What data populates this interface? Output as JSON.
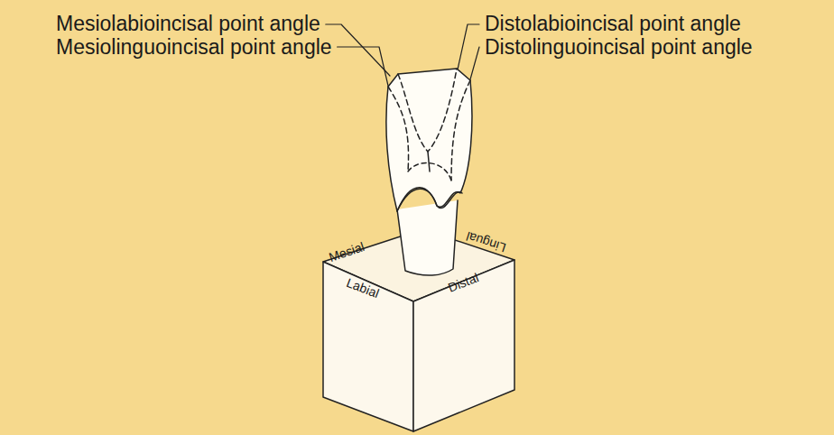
{
  "diagram": {
    "labels": [
      "Mesiolabioincisal point angle",
      "Mesiolinguoincisal point angle",
      "Distolabioincisal point angle",
      "Distolinguoincisal point angle",
      "Mesial",
      "Labial",
      "Distal",
      "Lingual"
    ]
  }
}
